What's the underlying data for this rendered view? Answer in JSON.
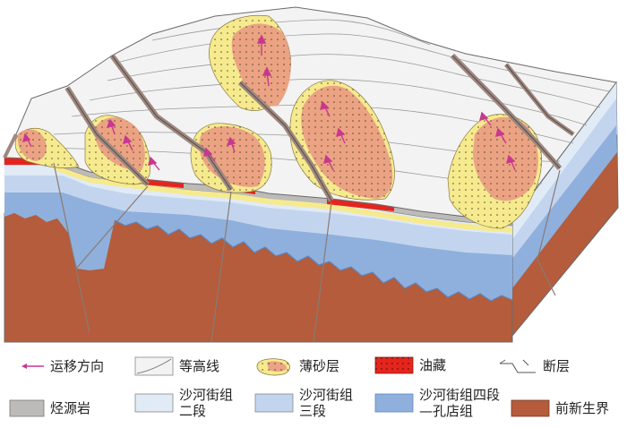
{
  "colors": {
    "pre_neogene": "#b45c3b",
    "shahejie_4": "#8fb0dc",
    "shahejie_3": "#c3d5ee",
    "shahejie_2": "#e1ebf6",
    "source_rock": "#bdbbb9",
    "sand_thin": "#f6ea8e",
    "sand_body": "#eba383",
    "oil": "#e5251d",
    "migration_arrow": "#c9378f",
    "surface": "#f3f3f3",
    "contour": "#9a9a9a",
    "outline": "#6b6b6b"
  },
  "legend": {
    "row1": [
      {
        "icon": "migration-arrow-icon",
        "label": "运移方向"
      },
      {
        "icon": "contour-line-icon",
        "label": "等高线"
      },
      {
        "icon": "thin-sand-icon",
        "label": "薄砂层"
      },
      {
        "icon": "oil-reservoir-icon",
        "label": "油藏"
      },
      {
        "icon": "fault-icon",
        "label": "断层"
      }
    ],
    "row2": [
      {
        "icon": "source-rock-swatch",
        "label": "烃源岩"
      },
      {
        "icon": "shahejie-2-swatch",
        "label": "沙河街组二段"
      },
      {
        "icon": "shahejie-3-swatch",
        "label": "沙河街组三段"
      },
      {
        "icon": "shahejie-4-swatch",
        "label": "沙河街组四段—孔店组"
      },
      {
        "icon": "pre-neogene-swatch",
        "label": "前新生界"
      }
    ]
  }
}
